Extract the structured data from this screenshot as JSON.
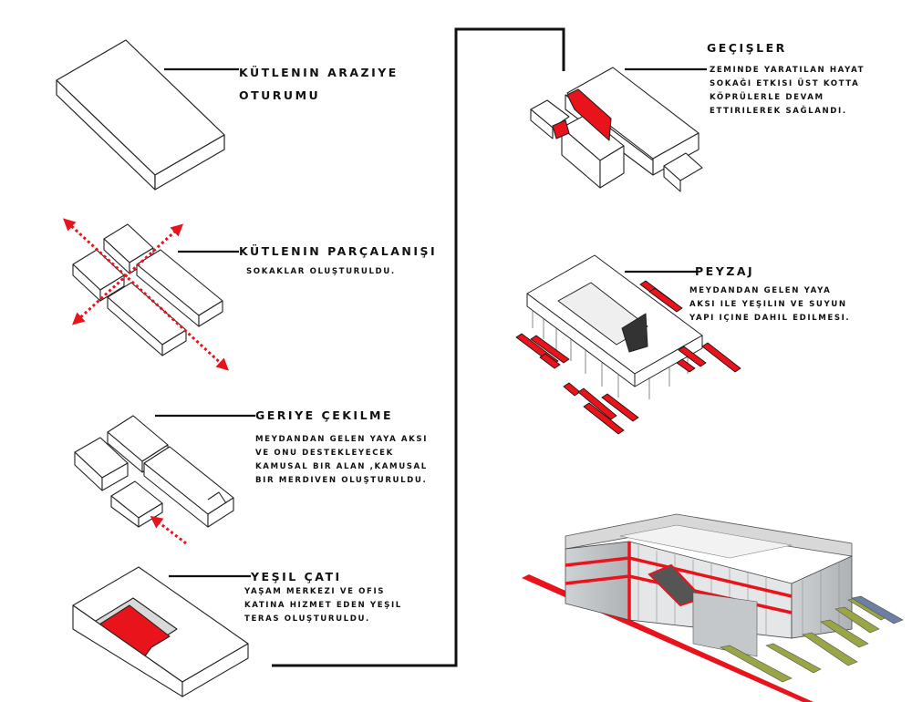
{
  "steps": [
    {
      "title_lines": [
        "KÜTLENIN ARAZIYE",
        "OTURUMU"
      ],
      "desc_lines": []
    },
    {
      "title_lines": [
        "KÜTLENIN PARÇALANIŞI"
      ],
      "desc_lines": [
        "SOKAKLAR OLUŞTURULDU."
      ]
    },
    {
      "title_lines": [
        "GERIYE ÇEKILME"
      ],
      "desc_lines": [
        "MEYDANDAN GELEN YAYA AKSI",
        "VE ONU DESTEKLEYECEK",
        "KAMUSAL BIR ALAN ,KAMUSAL",
        "BIR MERDIVEN OLUŞTURULDU."
      ]
    },
    {
      "title_lines": [
        "YEŞIL ÇATI"
      ],
      "desc_lines": [
        "YAŞAM MERKEZI VE OFIS",
        "KATINA HIZMET EDEN YEŞIL",
        "TERAS OLUŞTURULDU."
      ]
    },
    {
      "title_lines": [
        "GEÇIŞLER"
      ],
      "desc_lines": [
        "ZEMINDE YARATILAN HAYAT",
        "SOKAĞI ETKISI ÜST KOTTA",
        "KÖPRÜLERLE DEVAM",
        "ETTIRILEREK SAĞLANDI."
      ]
    },
    {
      "title_lines": [
        "PEYZAJ"
      ],
      "desc_lines": [
        "MEYDANDAN GELEN YAYA",
        "AKSI ILE YEŞILIN VE SUYUN",
        "YAPI IÇINE DAHIL EDILMESI."
      ]
    }
  ],
  "colors": {
    "accent": "#e8131b",
    "line": "#111111",
    "green": "#9aa645"
  }
}
